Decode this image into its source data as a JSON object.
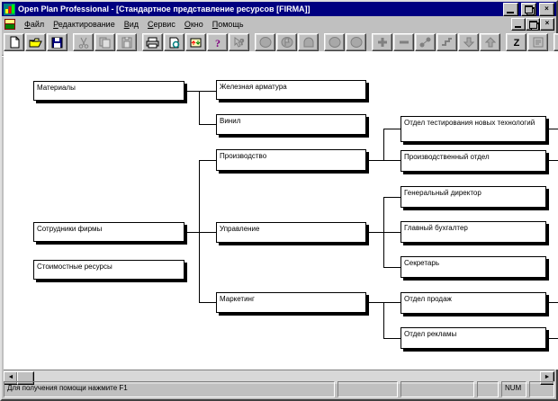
{
  "window": {
    "title": "Open Plan Professional - [Стандартное представление ресурсов [FIRMA]]",
    "app_name": "Open Plan Professional",
    "document_title": "Стандартное представление ресурсов [FIRMA]"
  },
  "menu": {
    "items": [
      {
        "label": "Файл"
      },
      {
        "label": "Редактирование"
      },
      {
        "label": "Вид"
      },
      {
        "label": "Сервис"
      },
      {
        "label": "Окно"
      },
      {
        "label": "Помощь"
      }
    ]
  },
  "toolbar": {
    "buttons": [
      {
        "name": "new-document",
        "icon": "new-document-icon",
        "enabled": true
      },
      {
        "name": "open",
        "icon": "open-folder-icon",
        "enabled": true
      },
      {
        "name": "save",
        "icon": "floppy-disk-icon",
        "enabled": true
      },
      {
        "name": "cut",
        "icon": "scissors-icon",
        "enabled": false
      },
      {
        "name": "copy",
        "icon": "copy-pages-icon",
        "enabled": false
      },
      {
        "name": "paste",
        "icon": "clipboard-icon",
        "enabled": false
      },
      {
        "name": "print",
        "icon": "printer-icon",
        "enabled": true
      },
      {
        "name": "print-preview",
        "icon": "page-magnifier-icon",
        "enabled": true
      },
      {
        "name": "resource-levels",
        "icon": "arrows-update-icon",
        "enabled": true
      },
      {
        "name": "help",
        "icon": "question-mark-icon",
        "enabled": true
      },
      {
        "name": "context-help",
        "icon": "arrow-question-icon",
        "enabled": false
      },
      {
        "name": "oval-tool",
        "icon": "oval-icon",
        "enabled": false
      },
      {
        "name": "flag-tool",
        "icon": "flag-circle-icon",
        "enabled": false
      },
      {
        "name": "arch-tool",
        "icon": "arch-icon",
        "enabled": false
      },
      {
        "name": "circle-tool-1",
        "icon": "circle-icon",
        "enabled": false
      },
      {
        "name": "circle-tool-2",
        "icon": "circle-icon",
        "enabled": false
      },
      {
        "name": "expand",
        "icon": "plus-icon",
        "enabled": false
      },
      {
        "name": "collapse",
        "icon": "minus-icon",
        "enabled": false
      },
      {
        "name": "link-tool",
        "icon": "dot-link-icon",
        "enabled": false
      },
      {
        "name": "step-link-tool",
        "icon": "step-link-icon",
        "enabled": false
      },
      {
        "name": "move-down",
        "icon": "down-arrow-icon",
        "enabled": false
      },
      {
        "name": "move-up",
        "icon": "up-arrow-icon",
        "enabled": false
      },
      {
        "name": "sort",
        "icon": "letter-z-icon",
        "enabled": true
      },
      {
        "name": "notes",
        "icon": "lined-page-icon",
        "enabled": false
      },
      {
        "name": "split-view",
        "icon": "split-window-icon",
        "enabled": true
      },
      {
        "name": "switch-window",
        "icon": "corner-arrow-window-icon",
        "enabled": true
      }
    ]
  },
  "chart": {
    "type": "org-tree",
    "nodes": [
      {
        "label": "Материалы"
      },
      {
        "label": "Железная арматура"
      },
      {
        "label": "Винил"
      },
      {
        "label": "Производство"
      },
      {
        "label": "Отдел тестирования новых технологий"
      },
      {
        "label": "Производственный отдел"
      },
      {
        "label": "Генеральный директор"
      },
      {
        "label": "Главный бухгалтер"
      },
      {
        "label": "Секретарь"
      },
      {
        "label": "Сотрудники фирмы"
      },
      {
        "label": "Стоимостные ресурсы"
      },
      {
        "label": "Управление"
      },
      {
        "label": "Маркетинг"
      },
      {
        "label": "Отдел продаж"
      },
      {
        "label": "Отдел рекламы"
      }
    ],
    "hierarchy": [
      {
        "parent": "Материалы",
        "children": [
          "Железная арматура",
          "Винил"
        ]
      },
      {
        "parent": "Сотрудники фирмы",
        "children": [
          "Производство",
          "Управление",
          "Маркетинг"
        ]
      },
      {
        "parent": "Производство",
        "children": [
          "Отдел тестирования новых технологий",
          "Производственный отдел"
        ]
      },
      {
        "parent": "Управление",
        "children": [
          "Генеральный директор",
          "Главный бухгалтер",
          "Секретарь"
        ]
      },
      {
        "parent": "Маркетинг",
        "children": [
          "Отдел продаж",
          "Отдел рекламы"
        ]
      },
      {
        "parent": "Стоимостные ресурсы",
        "children": []
      }
    ],
    "nodes_with_offscreen_children": [
      "Отдел тестирования новых технологий",
      "Производственный отдел",
      "Отдел продаж",
      "Отдел рекламы"
    ]
  },
  "statusbar": {
    "message": "Для получения помощи нажмите F1",
    "num": "NUM"
  },
  "colors": {
    "titlebar": "#000080",
    "chrome": "#c0c0c0",
    "canvas": "#ffffff",
    "box_border": "#000000",
    "box_shadow": "#000000"
  }
}
